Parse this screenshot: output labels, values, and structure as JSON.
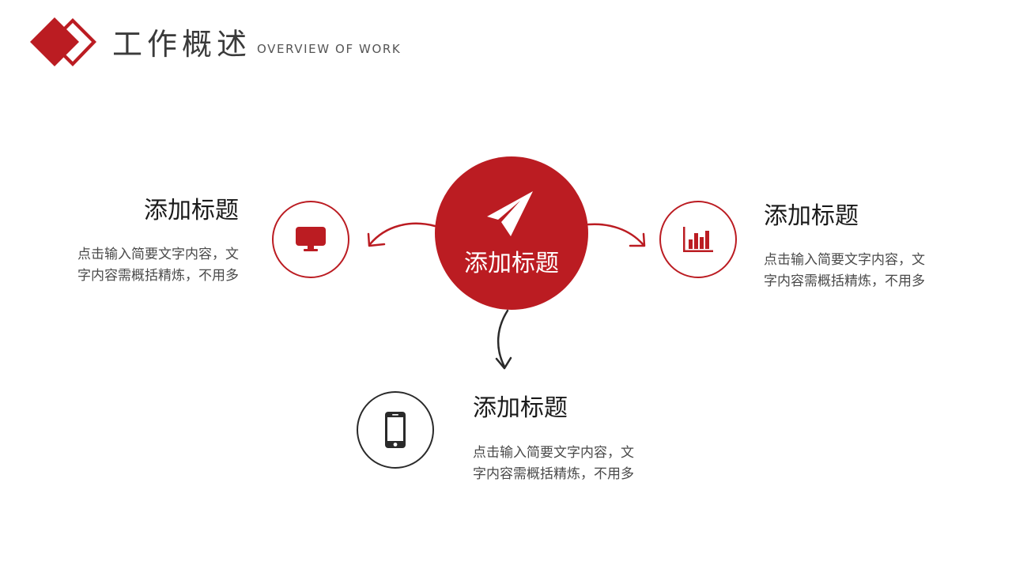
{
  "header": {
    "title": "工作概述",
    "subtitle": "OVERVIEW OF WORK"
  },
  "colors": {
    "accent": "#bb1c22",
    "dark": "#2a2a2a",
    "text": "#4a4a4a"
  },
  "center": {
    "label": "添加标题",
    "icon": "paper-plane-icon"
  },
  "items": [
    {
      "title": "添加标题",
      "desc_line1": "点击输入简要文字内容，文",
      "desc_line2": "字内容需概括精炼，不用多",
      "icon": "monitor-icon"
    },
    {
      "title": "添加标题",
      "desc_line1": "点击输入简要文字内容，文",
      "desc_line2": "字内容需概括精炼，不用多",
      "icon": "bar-chart-icon"
    },
    {
      "title": "添加标题",
      "desc_line1": "点击输入简要文字内容，文",
      "desc_line2": "字内容需概括精炼，不用多",
      "icon": "smartphone-icon"
    }
  ]
}
